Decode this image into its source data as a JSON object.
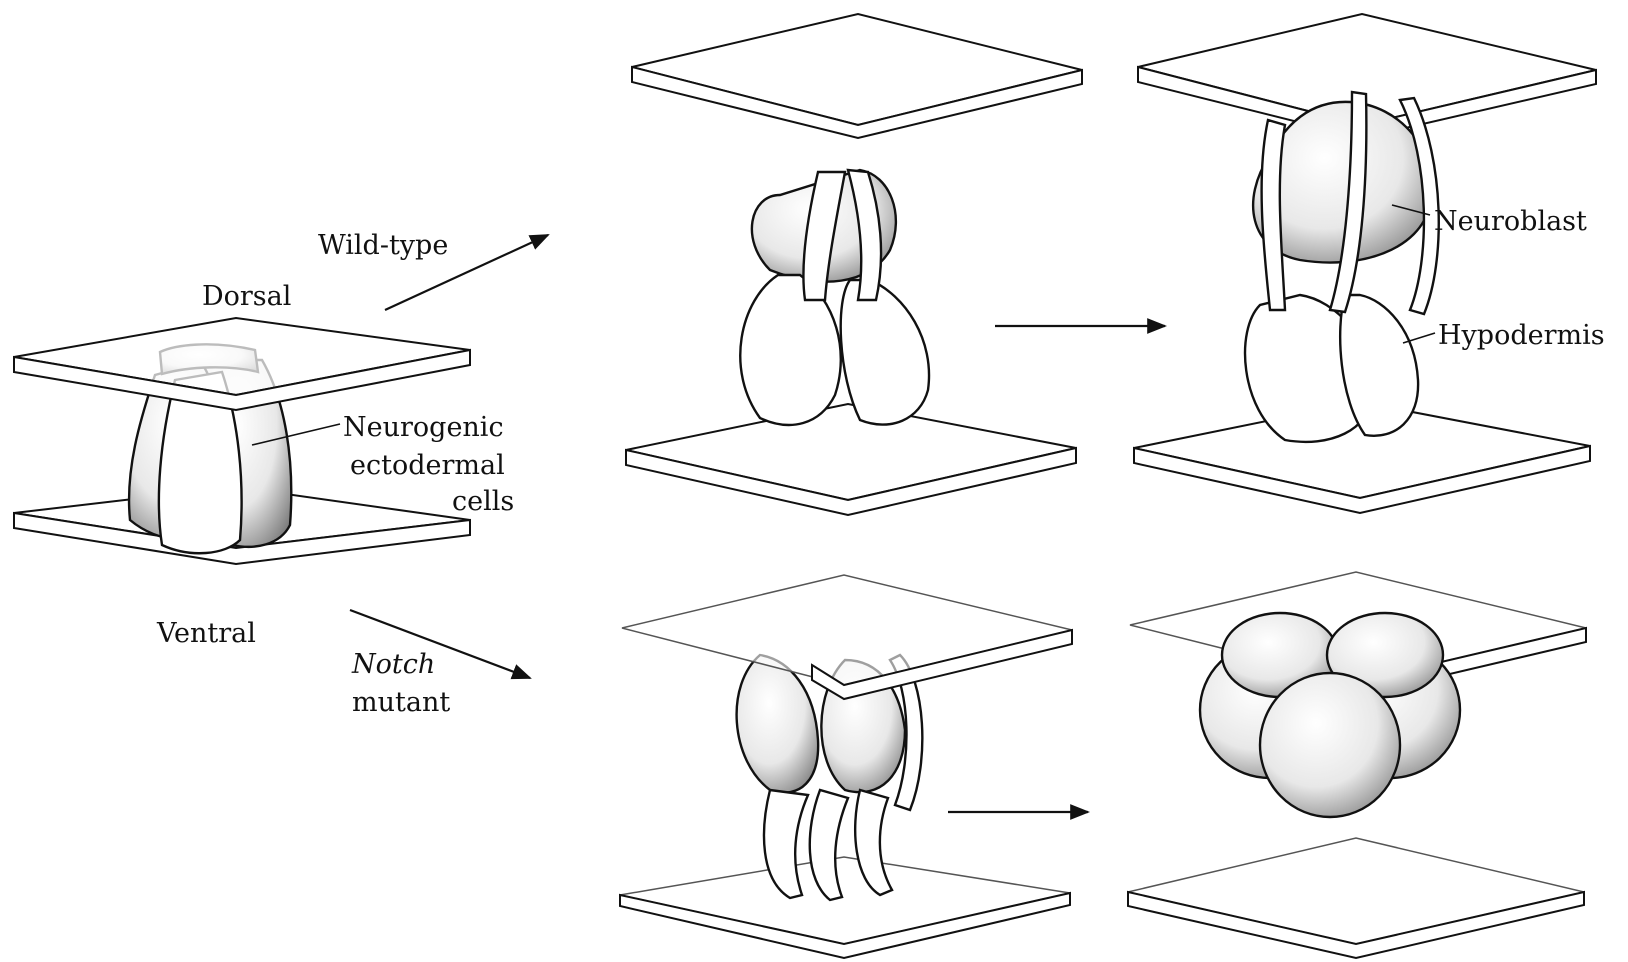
{
  "labels": {
    "wild_type": "Wild-type",
    "dorsal": "Dorsal",
    "ventral": "Ventral",
    "neurogenic_line1": "Neurogenic",
    "neurogenic_line2": "ectodermal",
    "neurogenic_line3": "cells",
    "neuroblast": "Neuroblast",
    "hypodermis": "Hypodermis",
    "notch_line1": "Notch",
    "notch_line2": "mutant"
  }
}
